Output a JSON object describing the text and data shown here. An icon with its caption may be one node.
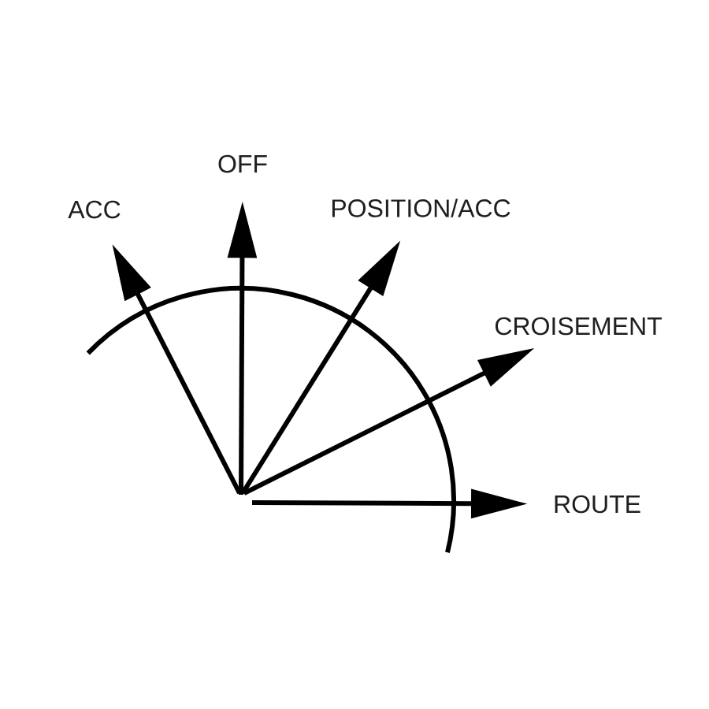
{
  "diagram": {
    "nodes": [
      {
        "text": [
          "ACC"
        ]
      },
      {
        "text": [
          "OFF"
        ]
      },
      {
        "text": [
          "POSITION/ACC"
        ]
      },
      {
        "text": [
          "CROISEMENT"
        ]
      },
      {
        "text": [
          "ROUTE"
        ]
      }
    ],
    "edges": [
      {
        "from": null,
        "to": 0,
        "arrow": "to"
      },
      {
        "from": null,
        "to": 1,
        "arrow": "to"
      },
      {
        "from": null,
        "to": 2,
        "arrow": "to"
      },
      {
        "from": null,
        "to": 3,
        "arrow": "to"
      },
      {
        "from": null,
        "to": 4,
        "arrow": "to"
      }
    ]
  }
}
